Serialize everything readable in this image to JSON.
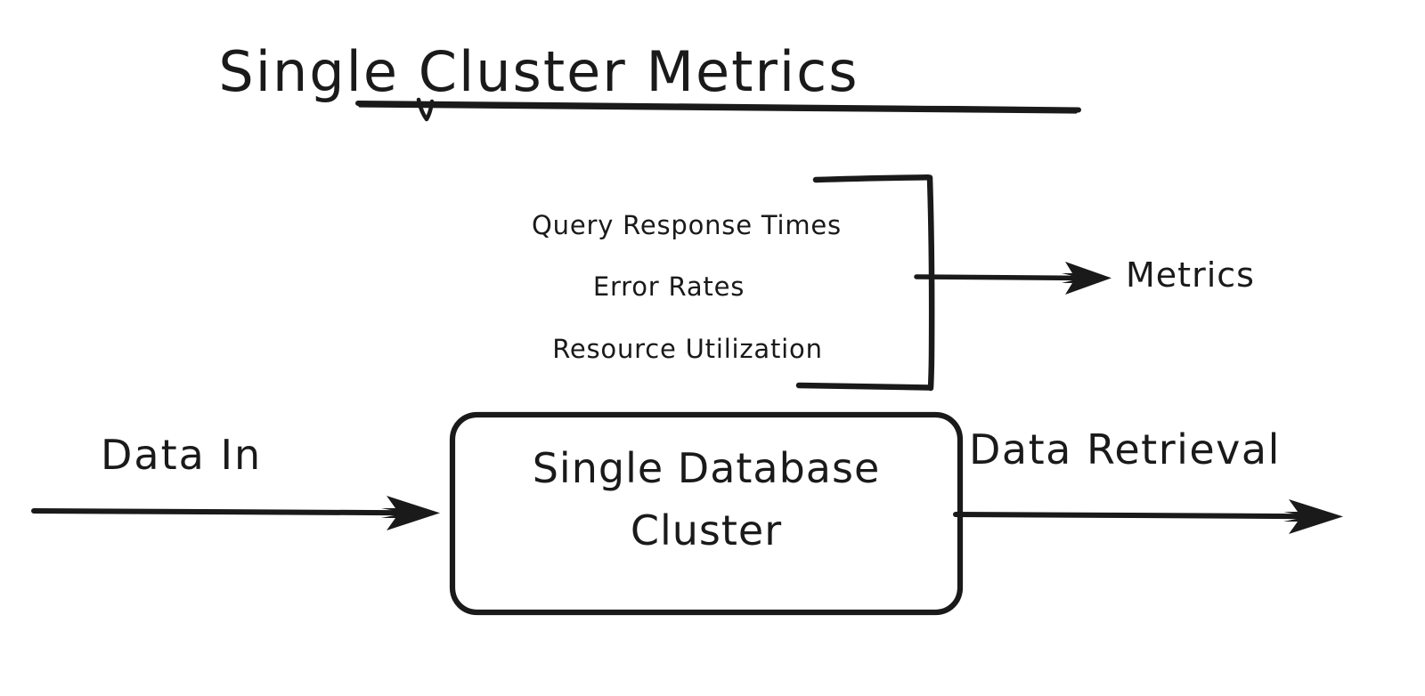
{
  "diagram": {
    "title": "Single Cluster Metrics",
    "background_color": "#ffffff",
    "ink_color": "#1a1a1a",
    "style": "hand-drawn whiteboard sketch",
    "nodes": {
      "cluster_box": {
        "label_line_1": "Single Database",
        "label_line_2": "Cluster",
        "full_label": "Single Database Cluster",
        "shape": "rounded-rectangle"
      },
      "metrics_output": {
        "label": "Metrics"
      }
    },
    "metrics_list": [
      {
        "label": "Query Response Times"
      },
      {
        "label": "Error Rates"
      },
      {
        "label": "Resource Utilization"
      }
    ],
    "edges": [
      {
        "name": "data-in",
        "label": "Data In",
        "direction": "right"
      },
      {
        "name": "data-retrieval",
        "label": "Data Retrieval",
        "direction": "right"
      },
      {
        "name": "metrics-emit",
        "label": "",
        "direction": "right"
      }
    ],
    "bracket": {
      "name": "metrics-group-bracket",
      "orientation": "right-facing"
    }
  }
}
